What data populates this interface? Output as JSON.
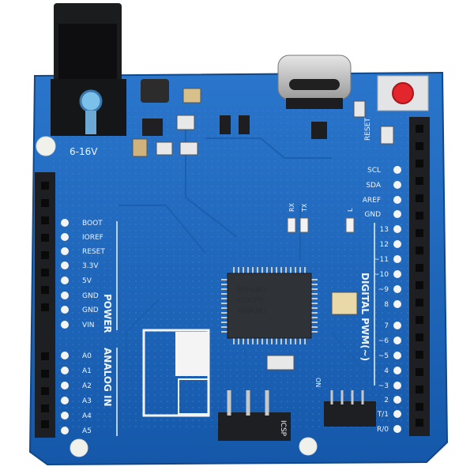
{
  "board": {
    "power_jack_label": "6-16V",
    "reset_label": "RESET",
    "led_labels": {
      "rx": "RX",
      "tx": "TX",
      "l": "L"
    },
    "power_header_title": "POWER",
    "power_pins": [
      "BOOT",
      "IOREF",
      "RESET",
      "3.3V",
      "5V",
      "GND",
      "GND",
      "VIN"
    ],
    "analog_header_title": "ANALOG IN",
    "analog_pins": [
      "A0",
      "A1",
      "A2",
      "A3",
      "A4",
      "A5"
    ],
    "digital_top_pins": [
      "SCL",
      "SDA",
      "AREF",
      "GND"
    ],
    "digital_pins": [
      "13",
      "12",
      "~11",
      "~10",
      "~9",
      "8",
      "7",
      "~6",
      "~5",
      "4",
      "~3",
      "2",
      "T/1",
      "R/0"
    ],
    "digital_header_title": "DIGITAL PWM(~)",
    "mcu_marking": [
      "R7FA4M1",
      "AB3CFM",
      "406A301"
    ],
    "icsp_label": "ICSP",
    "on_label": "ON",
    "colors": {
      "pcb": "#1a63b8",
      "pcb_edge": "#124c93",
      "header": "#1d1f22",
      "button": "#e2262b"
    }
  }
}
